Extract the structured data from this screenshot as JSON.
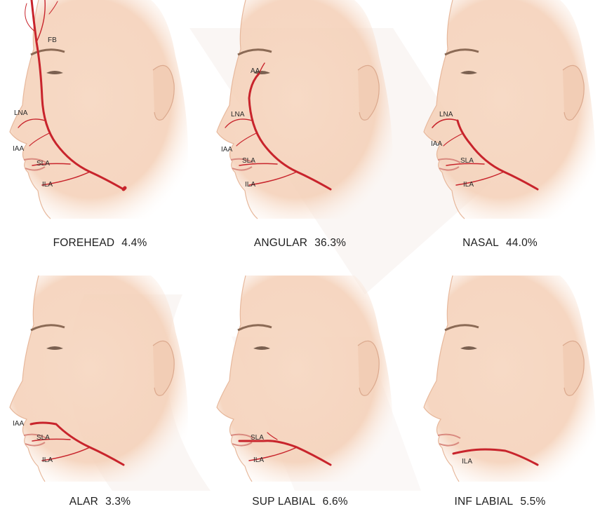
{
  "colors": {
    "artery": "#c8242c",
    "skin": "#f6d6c0",
    "skin_shadow": "#e9b89c",
    "watermark": "#f4e9e4"
  },
  "panels": [
    {
      "name": "FOREHEAD",
      "percent": "4.4%",
      "labels": [
        "FB",
        "LNA",
        "IAA",
        "SLA",
        "ILA"
      ]
    },
    {
      "name": "ANGULAR",
      "percent": "36.3%",
      "labels": [
        "AA",
        "LNA",
        "IAA",
        "SLA",
        "ILA"
      ]
    },
    {
      "name": "NASAL",
      "percent": "44.0%",
      "labels": [
        "LNA",
        "IAA",
        "SLA",
        "ILA"
      ]
    },
    {
      "name": "ALAR",
      "percent": "3.3%",
      "labels": [
        "IAA",
        "SLA",
        "ILA"
      ]
    },
    {
      "name": "SUP LABIAL",
      "percent": "6.6%",
      "labels": [
        "SLA",
        "ILA"
      ]
    },
    {
      "name": "INF LABIAL",
      "percent": "5.5%",
      "labels": [
        "ILA"
      ]
    }
  ]
}
